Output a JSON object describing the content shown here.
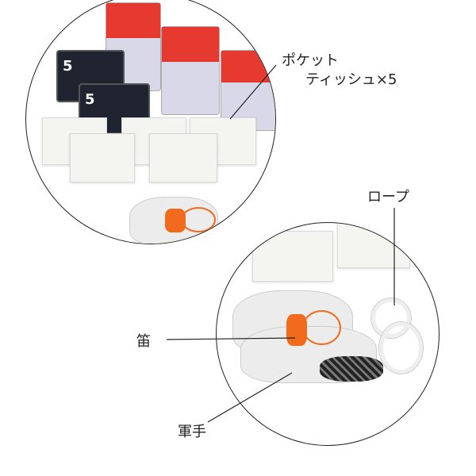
{
  "labels": {
    "tissue_line1": "ポケット",
    "tissue_line2": "ティッシュ×5",
    "rope": "ロープ",
    "whistle": "笛",
    "gloves": "軍手"
  },
  "colors": {
    "whistle": "#f26a1b",
    "toilet_pack": "#e63a30",
    "tissue_pack": "#1f2430"
  }
}
